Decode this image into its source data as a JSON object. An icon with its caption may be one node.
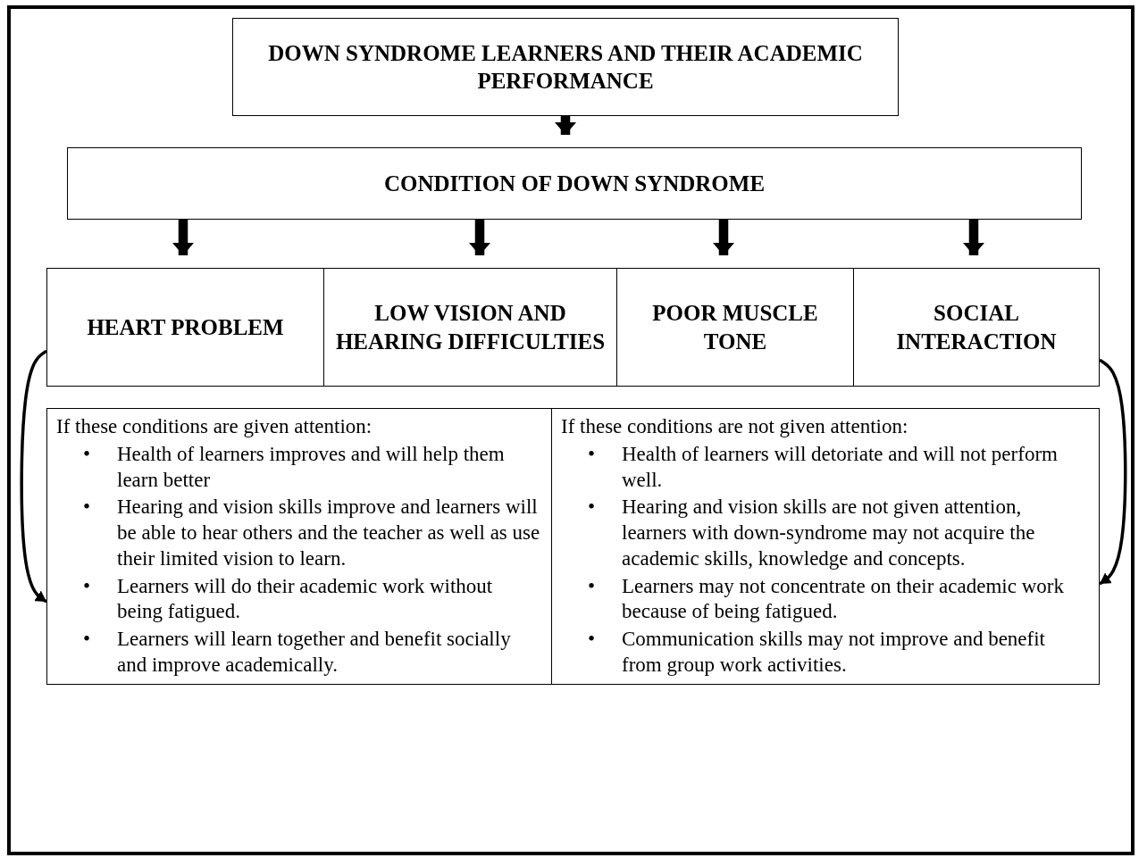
{
  "diagram": {
    "nodes": [
      {
        "text": [
          "DOWN SYNDROME LEARNERS AND THEIR ACADEMIC PERFORMANCE"
        ]
      },
      {
        "text": [
          "CONDITION OF DOWN SYNDROME"
        ]
      },
      {
        "text": [
          "HEART PROBLEM"
        ]
      },
      {
        "text": [
          "LOW VISION AND HEARING DIFFICULTIES"
        ]
      },
      {
        "text": [
          "POOR MUSCLE TONE"
        ]
      },
      {
        "text": [
          "SOCIAL INTERACTION"
        ]
      },
      {
        "text": [
          "If these conditions are given attention:",
          "•",
          "Health of learners improves and will help them learn better",
          "•",
          "Hearing and vision skills improve and learners will be able to hear others and the teacher as well as use their limited vision to learn.",
          "•",
          "Learners will do their academic work without being fatigued.",
          "•",
          "Learners will learn together and benefit socially and improve academically."
        ]
      },
      {
        "text": [
          "If these conditions are not given attention:",
          "•",
          "Health of learners will detoriate and will not perform well.",
          "•",
          "Hearing and vision skills are not given attention, learners with down-syndrome may not acquire the academic skills, knowledge and concepts.",
          "•",
          "Learners may not concentrate on their academic work because of being fatigued.",
          "•",
          "Communication skills may not improve and benefit from group work activities."
        ]
      }
    ],
    "edges": [
      {
        "from": 0,
        "to": 1,
        "arrow": "to"
      },
      {
        "from": 1,
        "to": 2,
        "arrow": "to"
      },
      {
        "from": 1,
        "to": 3,
        "arrow": "to"
      },
      {
        "from": 1,
        "to": 4,
        "arrow": "to"
      },
      {
        "from": 1,
        "to": 5,
        "arrow": "to"
      },
      {
        "from": 2,
        "to": 6,
        "arrow": "to"
      },
      {
        "from": 5,
        "to": 7,
        "arrow": "to"
      }
    ]
  }
}
